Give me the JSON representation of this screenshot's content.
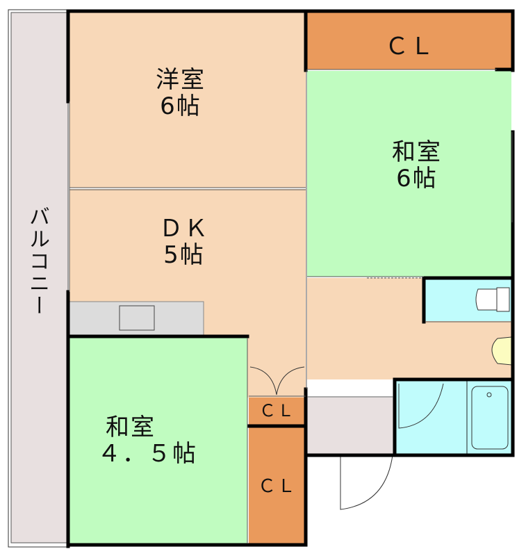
{
  "floor_plan": {
    "colors": {
      "western_room": "#f8d8b8",
      "japanese_room": "#c0fcc0",
      "closet": "#ea9a5c",
      "wet_area": "#c0fcfc",
      "balcony": "#e8e0e0",
      "entrance": "#e8e0e0",
      "kitchen_counter": "#dcdcdc",
      "toilet_seat": "#fcfcc0",
      "wall": "#000000"
    },
    "rooms": {
      "western_room": {
        "name": "洋室",
        "size": "6帖"
      },
      "dk": {
        "name": "ＤＫ",
        "size": "5帖"
      },
      "japanese_room_6": {
        "name": "和室",
        "size": "6帖"
      },
      "japanese_room_45": {
        "name": "和室",
        "size": "４．５帖"
      },
      "closet_top": {
        "name": "ＣＬ"
      },
      "closet_small": {
        "name": "ＣＬ"
      },
      "closet_bottom": {
        "name": "ＣＬ"
      },
      "balcony": {
        "name": "バルコニー"
      }
    }
  }
}
